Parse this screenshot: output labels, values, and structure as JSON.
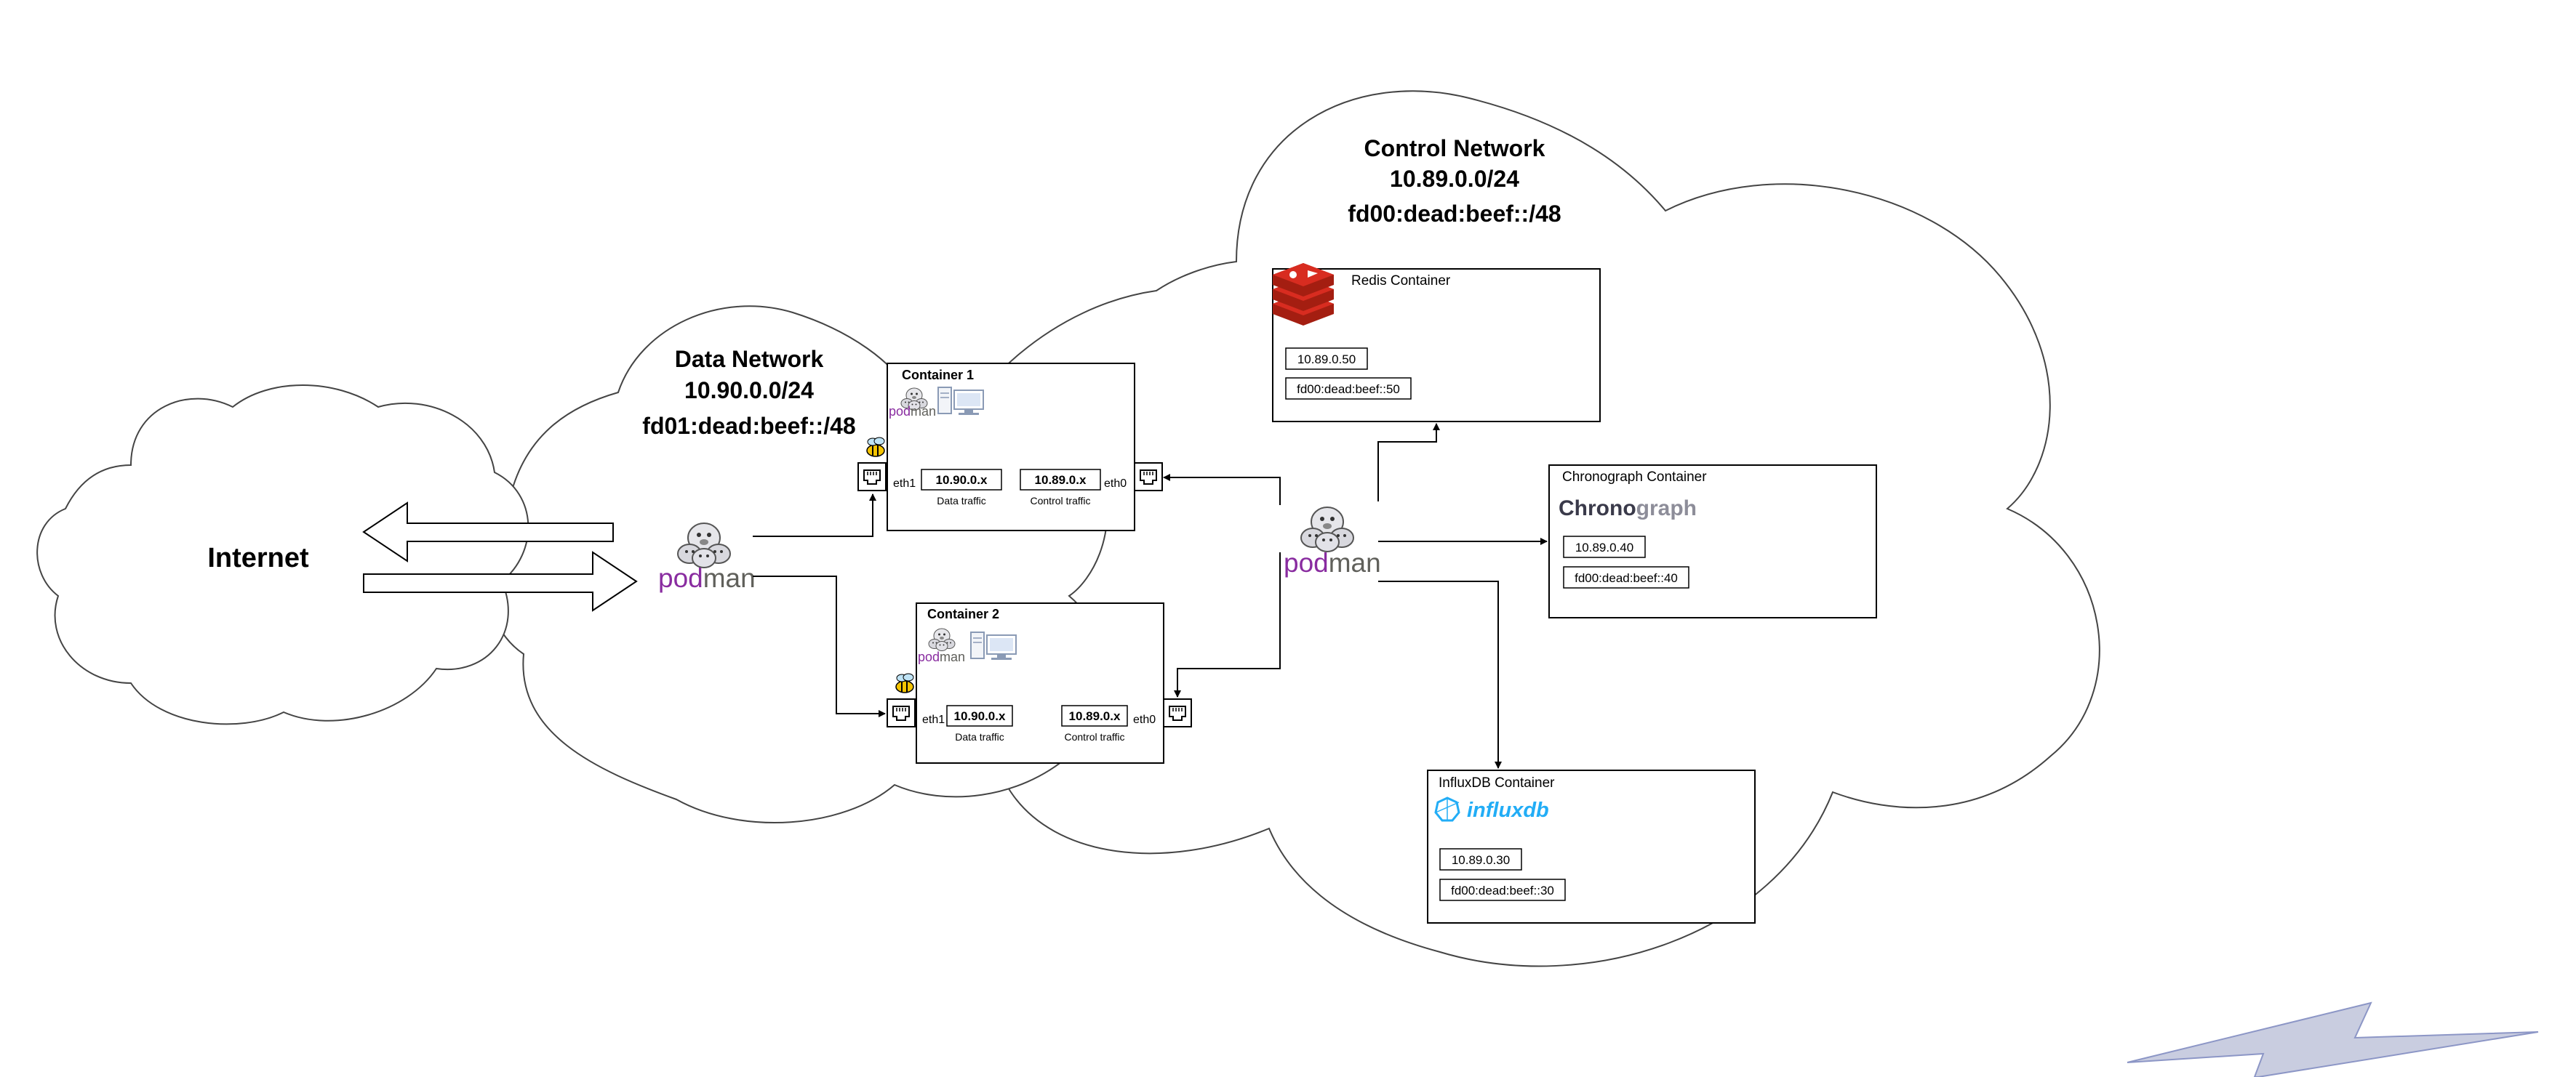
{
  "internet": {
    "label": "Internet"
  },
  "data_network": {
    "name": "Data Network",
    "ipv4": "10.90.0.0/24",
    "ipv6": "fd01:dead:beef::/48"
  },
  "control_network": {
    "name": "Control Network",
    "ipv4": "10.89.0.0/24",
    "ipv6": "fd00:dead:beef::/48"
  },
  "podman_logo": {
    "pod": "pod",
    "man": "man"
  },
  "containers": {
    "container1": {
      "title": "Container 1",
      "eth1": "eth1",
      "eth0": "eth0",
      "data_ip": "10.90.0.x",
      "data_caption": "Data traffic",
      "control_ip": "10.89.0.x",
      "control_caption": "Control traffic"
    },
    "container2": {
      "title": "Container 2",
      "eth1": "eth1",
      "eth0": "eth0",
      "data_ip": "10.90.0.x",
      "data_caption": "Data traffic",
      "control_ip": "10.89.0.x",
      "control_caption": "Control traffic"
    },
    "redis": {
      "title": "Redis Container",
      "ipv4": "10.89.0.50",
      "ipv6": "fd00:dead:beef::50"
    },
    "chronograph": {
      "title": "Chronograph Container",
      "logo_a": "Chrono",
      "logo_b": "graph",
      "ipv4": "10.89.0.40",
      "ipv6": "fd00:dead:beef::40"
    },
    "influxdb": {
      "title": "InfluxDB Container",
      "logo": "influxdb",
      "ipv4": "10.89.0.30",
      "ipv6": "fd00:dead:beef::30"
    }
  },
  "icons": [
    "cloud-shape",
    "podman-seal-icon",
    "computer-icon",
    "ethernet-port-icon",
    "bee-icon",
    "redis-logo-icon",
    "influxdb-logo-icon",
    "lightning-icon"
  ],
  "colors": {
    "podman_purple": "#892ca0",
    "podman_gray": "#60605b",
    "redis_red": "#c6302b",
    "influx_blue": "#22adf6",
    "lightning_blue": "#8c96c6"
  }
}
